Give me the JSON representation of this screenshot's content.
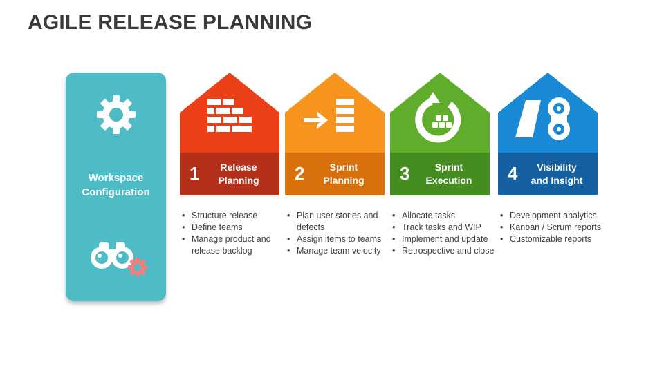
{
  "title": "AGILE RELEASE PLANNING",
  "workspace": {
    "label": "Workspace\nConfiguration",
    "color": "#4ebcc6",
    "icons": [
      "gear-icon",
      "binoculars-gear-icon"
    ]
  },
  "steps": [
    {
      "number": "1",
      "label": "Release\nPlanning",
      "icon": "brick-wall-icon",
      "color_top": "#ea3f17",
      "color_band": "#b5301b",
      "bullets": [
        "Structure release",
        "Define teams",
        "Manage product and release backlog"
      ]
    },
    {
      "number": "2",
      "label": "Sprint\nPlanning",
      "icon": "arrow-into-list-icon",
      "color_top": "#f7941d",
      "color_band": "#d8700b",
      "bullets": [
        "Plan user stories and defects",
        "Assign items to teams",
        "Manage team velocity"
      ]
    },
    {
      "number": "3",
      "label": "Sprint\nExecution",
      "icon": "sprint-cycle-icon",
      "color_top": "#5fad2b",
      "color_band": "#468d21",
      "bullets": [
        "Allocate tasks",
        "Track tasks and WIP",
        "Implement and update",
        "Retrospective and close"
      ]
    },
    {
      "number": "4",
      "label": "Visibility\nand Insight",
      "icon": "binoculars-icon",
      "color_top": "#1a8ad6",
      "color_band": "#1460a0",
      "bullets": [
        "Development analytics",
        "Kanban / Scrum reports",
        "Customizable reports"
      ]
    }
  ]
}
